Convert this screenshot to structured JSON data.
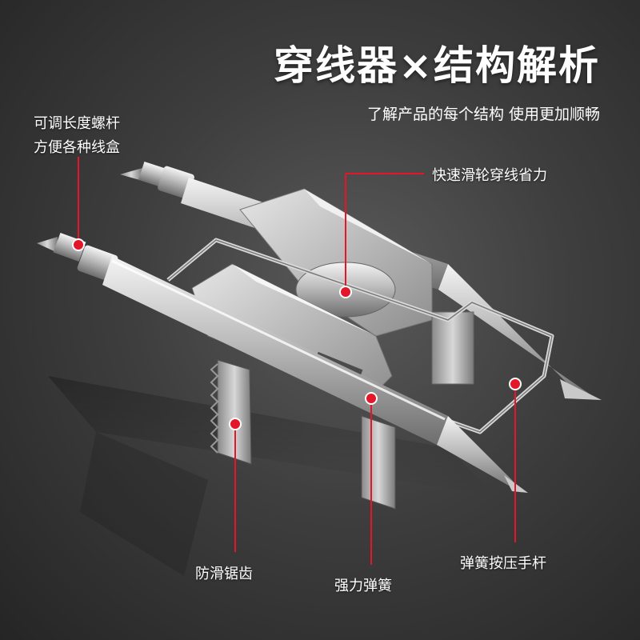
{
  "header": {
    "title": "穿线器×结构解析",
    "subtitle": "了解产品的每个结构 使用更加顺畅"
  },
  "callouts": {
    "adjustable_rod_line1": "可调长度螺杆",
    "adjustable_rod_line2": "方便各种线盒",
    "pulley": "快速滑轮穿线省力",
    "serrated_teeth": "防滑锯齿",
    "spring": "强力弹簧",
    "lever": "弹簧按压手杆"
  },
  "colors": {
    "background": "#3e3e3e",
    "callout_line": "#e3162a",
    "text": "#ffffff"
  }
}
